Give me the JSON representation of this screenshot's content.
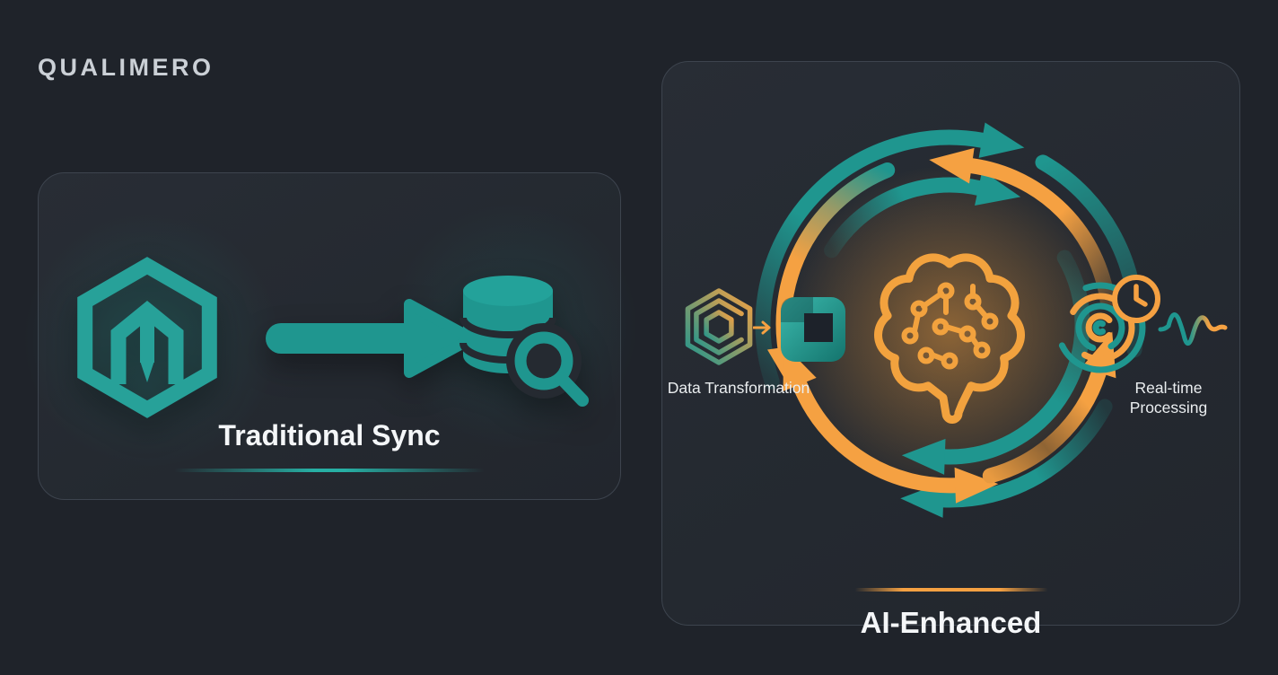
{
  "brand": {
    "logo_text": "QUALIMERO"
  },
  "palette": {
    "background": "#1F232A",
    "panel_background": "#262B33",
    "panel_border": "#3D444E",
    "teal": "#1F968F",
    "teal_bright": "#27AFA4",
    "orange": "#F5A142",
    "title_text": "#F4F6F8",
    "label_text": "#EAEDEF",
    "brand_text": "#CBD0D6"
  },
  "left_panel": {
    "title": "Traditional Sync",
    "icons": [
      {
        "name": "magento-logo-icon"
      },
      {
        "name": "sync-arrow-icon"
      },
      {
        "name": "database-search-icon"
      }
    ]
  },
  "right_panel": {
    "title": "AI-Enhanced",
    "left_label": "Data Transformation",
    "right_label": "Real-time Processing",
    "icons": [
      {
        "name": "hexagon-layers-icon"
      },
      {
        "name": "transform-arrow-icon"
      },
      {
        "name": "data-block-icon"
      },
      {
        "name": "ai-brain-icon"
      },
      {
        "name": "concentric-rings-icon"
      },
      {
        "name": "clock-icon"
      },
      {
        "name": "waveform-icon"
      }
    ]
  }
}
